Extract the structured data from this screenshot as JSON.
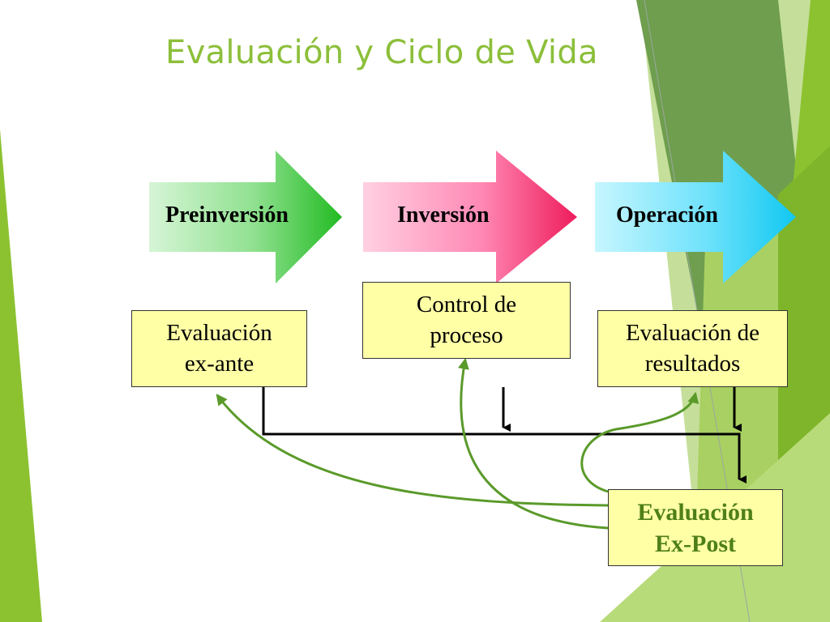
{
  "title": "Evaluación y Ciclo de Vida",
  "colors": {
    "title": "#8cbf3a",
    "box_fill": "#ffffa6",
    "expost_text": "#4f7f19",
    "feedback_arrow": "#5a9a2a",
    "arrow_preinversion": "#22bb22",
    "arrow_inversion": "#ee1c5c",
    "arrow_operacion": "#11c8f2"
  },
  "phases": [
    {
      "label": "Preinversión"
    },
    {
      "label": "Inversión"
    },
    {
      "label": "Operación"
    }
  ],
  "boxes": {
    "ex_ante": {
      "line1": "Evaluación",
      "line2": "ex-ante"
    },
    "control": {
      "line1": "Control de",
      "line2": "proceso"
    },
    "resultados": {
      "line1": "Evaluación de",
      "line2": "resultados"
    },
    "ex_post": {
      "line1": "Evaluación",
      "line2": "Ex-Post"
    }
  }
}
